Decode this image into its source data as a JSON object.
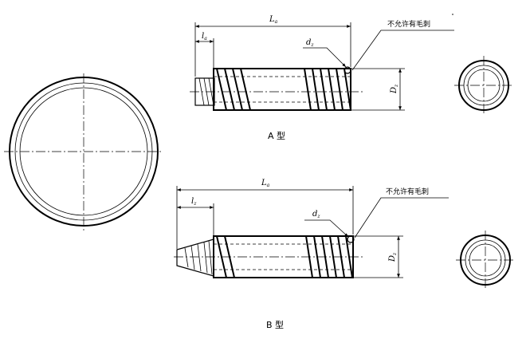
{
  "view_a": {
    "caption": "A 型",
    "dim_total": {
      "sym": "L",
      "sub": "a"
    },
    "dim_tail": {
      "sym": "l",
      "sub": "a"
    },
    "dim_wire": {
      "sym": "d",
      "sub": "z"
    },
    "dim_dia": {
      "sym": "D",
      "sub": "z"
    },
    "note": "不允许有毛刺"
  },
  "view_b": {
    "caption": "B 型",
    "dim_total": {
      "sym": "L",
      "sub": "a"
    },
    "dim_tail": {
      "sym": "l",
      "sub": "z"
    },
    "dim_wire": {
      "sym": "d",
      "sub": "z"
    },
    "dim_dia": {
      "sym": "D",
      "sub": "z"
    },
    "note": "不允许有毛刺"
  }
}
